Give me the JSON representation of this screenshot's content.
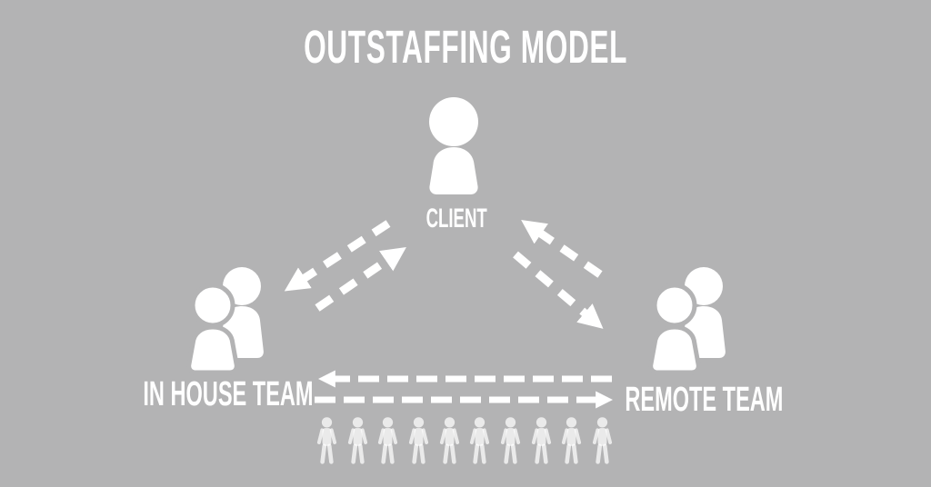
{
  "title": "OUTSTAFFING MODEL",
  "nodes": {
    "client": {
      "label": "CLIENT",
      "icon": "single-person-icon"
    },
    "in_house": {
      "label": "IN HOUSE TEAM",
      "icon": "two-person-team-icon"
    },
    "remote": {
      "label": "REMOTE TEAM",
      "icon": "two-person-team-icon"
    }
  },
  "edges": [
    {
      "from": "client",
      "to": "in_house",
      "style": "dashed-arrow"
    },
    {
      "from": "in_house",
      "to": "client",
      "style": "dashed-arrow"
    },
    {
      "from": "remote",
      "to": "client",
      "style": "dashed-arrow"
    },
    {
      "from": "client",
      "to": "remote",
      "style": "dashed-arrow"
    },
    {
      "from": "remote",
      "to": "in_house",
      "style": "dashed-arrow"
    },
    {
      "from": "in_house",
      "to": "remote",
      "style": "dashed-arrow"
    }
  ],
  "crowd": {
    "count": 10,
    "icon": "person-figure-icon"
  },
  "colors": {
    "background": "#b3b3b4",
    "foreground": "#ffffff",
    "crowd": "rgba(255,255,255,0.72)"
  }
}
